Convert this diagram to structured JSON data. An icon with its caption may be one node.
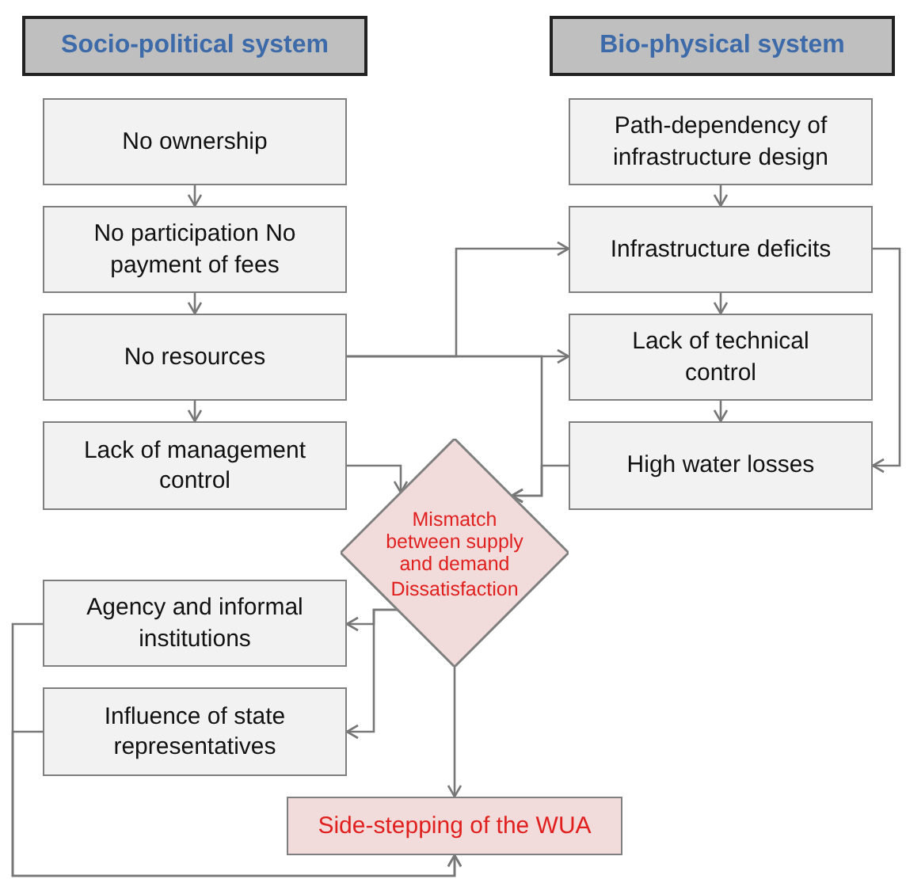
{
  "diagram": {
    "nodes": [
      {
        "text": [
          "Socio-political system"
        ]
      },
      {
        "text": [
          "Bio-physical system"
        ]
      },
      {
        "text": [
          "No ownership"
        ]
      },
      {
        "text": [
          "No participation No payment of fees"
        ]
      },
      {
        "text": [
          "No resources"
        ]
      },
      {
        "text": [
          "Lack of management control"
        ]
      },
      {
        "text": [
          "Path-dependency of infrastructure design"
        ]
      },
      {
        "text": [
          "Infrastructure deficits"
        ]
      },
      {
        "text": [
          "Lack of technical control"
        ]
      },
      {
        "text": [
          "High water losses"
        ]
      },
      {
        "text": [
          "Mismatch between supply and demand",
          "Dissatisfaction"
        ]
      },
      {
        "text": [
          "Agency and informal institutions"
        ]
      },
      {
        "text": [
          "Influence of state representatives"
        ]
      },
      {
        "text": [
          "Side-stepping of the WUA"
        ]
      }
    ],
    "edges": [
      {
        "from": 2,
        "to": 3,
        "arrow": "to"
      },
      {
        "from": 3,
        "to": 4,
        "arrow": "to"
      },
      {
        "from": 4,
        "to": 5,
        "arrow": "to"
      },
      {
        "from": 4,
        "to": 7,
        "arrow": "to"
      },
      {
        "from": 4,
        "to": 8,
        "arrow": "to"
      },
      {
        "from": 6,
        "to": 7,
        "arrow": "to"
      },
      {
        "from": 7,
        "to": 8,
        "arrow": "to"
      },
      {
        "from": 8,
        "to": 9,
        "arrow": "to"
      },
      {
        "from": 7,
        "to": 9,
        "arrow": "to"
      },
      {
        "from": 5,
        "to": 10,
        "arrow": "to"
      },
      {
        "from": 4,
        "to": 10,
        "arrow": "to"
      },
      {
        "from": 9,
        "to": 10,
        "arrow": "to"
      },
      {
        "from": 10,
        "to": 11,
        "arrow": "to"
      },
      {
        "from": 10,
        "to": 12,
        "arrow": "to"
      },
      {
        "from": 10,
        "to": 13,
        "arrow": "to"
      },
      {
        "from": 11,
        "to": 13,
        "arrow": "to"
      },
      {
        "from": 12,
        "to": 13,
        "arrow": "to"
      }
    ]
  }
}
